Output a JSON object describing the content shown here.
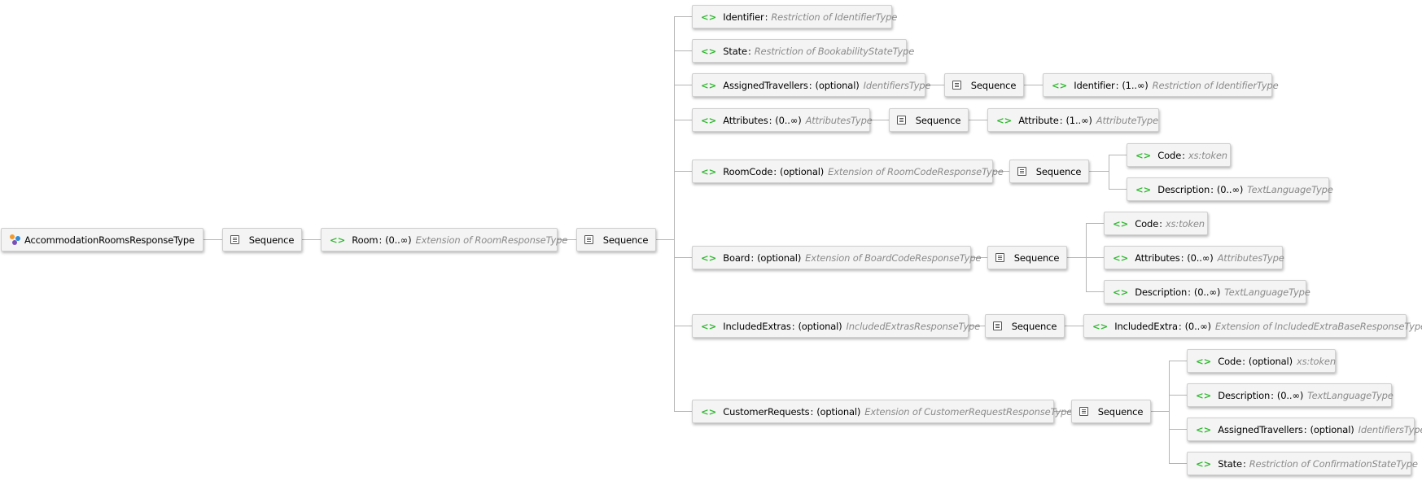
{
  "root": {
    "label": "AccommodationRoomsResponseType"
  },
  "sequence_label": "Sequence",
  "element_marker": "<>",
  "room": {
    "name": "Room",
    "card": "(0..∞)",
    "type": "Extension of RoomResponseType"
  },
  "children": [
    {
      "name": "Identifier",
      "card": "",
      "type": "Restriction of IdentifierType"
    },
    {
      "name": "State",
      "card": "",
      "type": "Restriction of BookabilityStateType"
    },
    {
      "name": "AssignedTravellers",
      "card": "(optional)",
      "type": "IdentifiersType",
      "sub": [
        {
          "name": "Identifier",
          "card": "(1..∞)",
          "type": "Restriction of IdentifierType"
        }
      ]
    },
    {
      "name": "Attributes",
      "card": "(0..∞)",
      "type": "AttributesType",
      "sub": [
        {
          "name": "Attribute",
          "card": "(1..∞)",
          "type": "AttributeType"
        }
      ]
    },
    {
      "name": "RoomCode",
      "card": "(optional)",
      "type": "Extension of RoomCodeResponseType",
      "sub": [
        {
          "name": "Code",
          "card": "",
          "type": "xs:token"
        },
        {
          "name": "Description",
          "card": "(0..∞)",
          "type": "TextLanguageType"
        }
      ]
    },
    {
      "name": "Board",
      "card": "(optional)",
      "type": "Extension of BoardCodeResponseType",
      "sub": [
        {
          "name": "Code",
          "card": "",
          "type": "xs:token"
        },
        {
          "name": "Attributes",
          "card": "(0..∞)",
          "type": "AttributesType"
        },
        {
          "name": "Description",
          "card": "(0..∞)",
          "type": "TextLanguageType"
        }
      ]
    },
    {
      "name": "IncludedExtras",
      "card": "(optional)",
      "type": "IncludedExtrasResponseType",
      "sub": [
        {
          "name": "IncludedExtra",
          "card": "(0..∞)",
          "type": "Extension of IncludedExtraBaseResponseType"
        }
      ]
    },
    {
      "name": "CustomerRequests",
      "card": "(optional)",
      "type": "Extension of CustomerRequestResponseType",
      "sub": [
        {
          "name": "Code",
          "card": "(optional)",
          "type": "xs:token"
        },
        {
          "name": "Description",
          "card": "(0..∞)",
          "type": "TextLanguageType"
        },
        {
          "name": "AssignedTravellers",
          "card": "(optional)",
          "type": "IdentifiersType"
        },
        {
          "name": "State",
          "card": "",
          "type": "Restriction of ConfirmationStateType"
        }
      ]
    }
  ],
  "colors": {
    "element_marker": "#2fb82f",
    "type_text": "#8a8a8a",
    "connector": "#b5b5b5",
    "node_fill": "#f4f4f4"
  }
}
